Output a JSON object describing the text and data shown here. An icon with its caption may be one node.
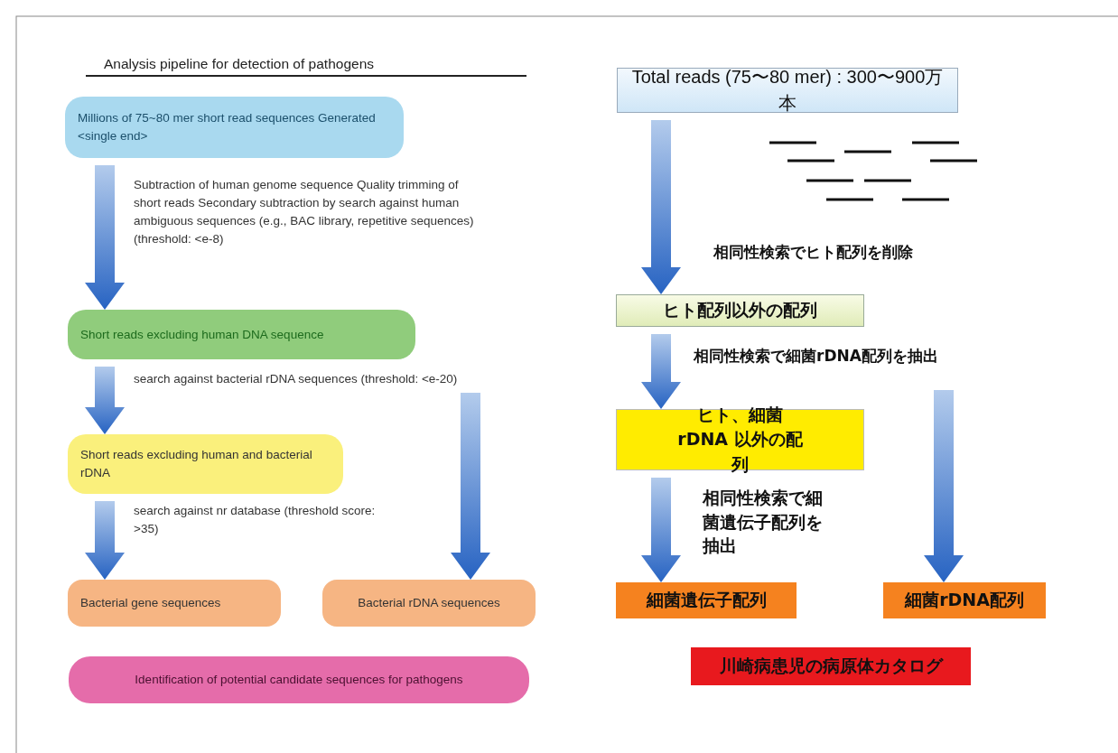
{
  "diagram": {
    "title": "Analysis pipeline for detection of pathogens",
    "nodes": [
      {
        "text": [
          "Millions of 75~80 mer short read sequences Generated <single end>"
        ]
      },
      {
        "text": [
          "Short reads excluding human DNA sequence"
        ]
      },
      {
        "text": [
          "Short reads excluding human and bacterial rDNA"
        ]
      },
      {
        "text": [
          "Bacterial gene sequences"
        ]
      },
      {
        "text": [
          "Bacterial rDNA sequences"
        ]
      },
      {
        "text": [
          "Identification of potential candidate sequences for pathogens"
        ]
      },
      {
        "text": [
          "Total reads (75〜80 mer) : 300〜900万本"
        ]
      },
      {
        "text": [
          "ヒト配列以外の配列"
        ]
      },
      {
        "text": [
          "ヒト、細菌rDNA 以外の配列"
        ]
      },
      {
        "text": [
          "細菌遺伝子配列"
        ]
      },
      {
        "text": [
          "細菌rDNA配列"
        ]
      },
      {
        "text": [
          "川崎病患児の病原体カタログ"
        ]
      }
    ],
    "edges": [
      {
        "from": 0,
        "to": 1,
        "arrow": "to",
        "label": "Subtraction of human genome sequence Quality trimming of short reads Secondary subtraction by search against human ambiguous sequences (e.g., BAC library, repetitive sequences) (threshold: <e-8)"
      },
      {
        "from": 1,
        "to": 2,
        "arrow": "to",
        "label": "search against bacterial rDNA sequences (threshold: <e-20)"
      },
      {
        "from": 2,
        "to": 3,
        "arrow": "to",
        "label": "search against nr database (threshold score: >35)"
      },
      {
        "from": null,
        "to": 4,
        "arrow": "to"
      },
      {
        "from": 6,
        "to": 7,
        "arrow": "to",
        "label": "相同性検索でヒト配列を削除"
      },
      {
        "from": 7,
        "to": 8,
        "arrow": "to",
        "label": "相同性検索で細菌rDNA配列を抽出"
      },
      {
        "from": 8,
        "to": 9,
        "arrow": "to",
        "label": "相同性検索で細菌遺伝子配列を抽出"
      },
      {
        "from": null,
        "to": 10,
        "arrow": "to"
      }
    ]
  }
}
